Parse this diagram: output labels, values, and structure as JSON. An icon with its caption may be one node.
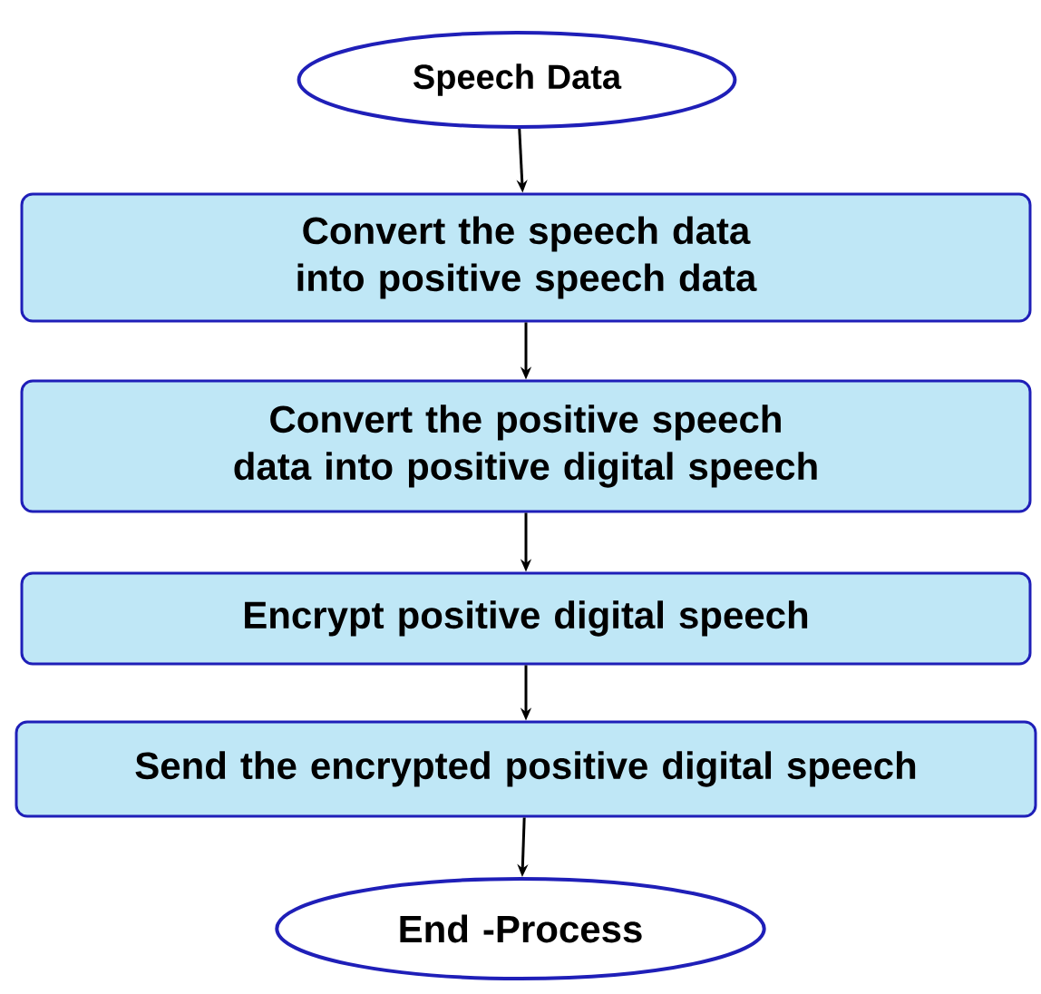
{
  "diagram": {
    "nodes": [
      {
        "text": [
          "Speech Data"
        ]
      },
      {
        "text": [
          "Convert the speech data into positive speech data"
        ]
      },
      {
        "text": [
          "Convert the positive speech data into positive digital speech"
        ]
      },
      {
        "text": [
          "Encrypt positive digital speech"
        ]
      },
      {
        "text": [
          "Send the encrypted positive digital speech"
        ]
      },
      {
        "text": [
          "End -Process"
        ]
      }
    ],
    "edges": [
      {
        "from": 0,
        "to": 1,
        "arrow": "to"
      },
      {
        "from": 1,
        "to": 2,
        "arrow": "to"
      },
      {
        "from": 2,
        "to": 3,
        "arrow": "to"
      },
      {
        "from": 3,
        "to": 4,
        "arrow": "to"
      },
      {
        "from": 4,
        "to": 5,
        "arrow": "to"
      }
    ]
  }
}
